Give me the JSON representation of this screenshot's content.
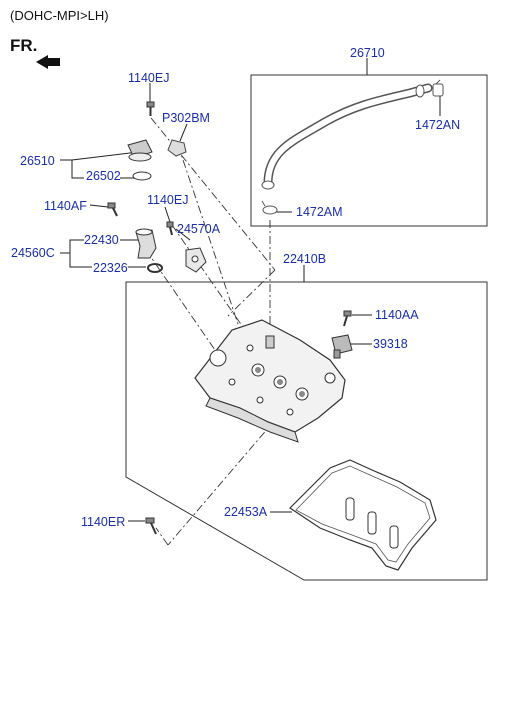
{
  "header": "(DOHC-MPI>LH)",
  "orientation": {
    "label": "FR.",
    "arrow": "front-arrow-icon"
  },
  "colors": {
    "label": "#1a2fa0",
    "line": "#222222",
    "part": "#555555"
  },
  "labels": {
    "l26710": "26710",
    "l1140EJ_top": "1140EJ",
    "lP302BM": "P302BM",
    "l1472AN": "1472AN",
    "l26510": "26510",
    "l26502": "26502",
    "l1140AF": "1140AF",
    "l1140EJ_mid": "1140EJ",
    "l24570A": "24570A",
    "l1472AM": "1472AM",
    "l24560C": "24560C",
    "l22430": "22430",
    "l22326": "22326",
    "l22410B": "22410B",
    "l1140AA": "1140AA",
    "l39318": "39318",
    "l22453A": "22453A",
    "l1140ER": "1140ER"
  }
}
